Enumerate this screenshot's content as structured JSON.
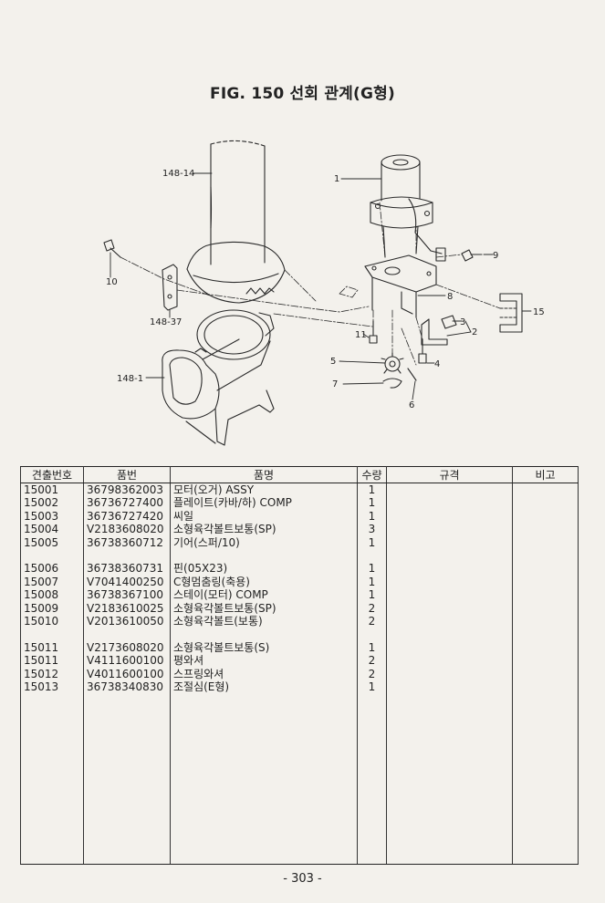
{
  "document": {
    "title": "FIG. 150 선회 관계(G형)",
    "page_number": "- 303 -"
  },
  "diagram": {
    "callouts": [
      "148-14",
      "1",
      "9",
      "10",
      "148-37",
      "8",
      "15",
      "3",
      "2",
      "11",
      "5",
      "4",
      "148-1",
      "7",
      "6"
    ]
  },
  "table": {
    "headers": [
      "견출번호",
      "품번",
      "품명",
      "수량",
      "규격",
      "비고"
    ],
    "groups": [
      [
        {
          "ref": "15001",
          "part_no": "36798362003",
          "name": "모터(오거) ASSY",
          "qty": "1"
        },
        {
          "ref": "15002",
          "part_no": "36736727400",
          "name": "플레이트(카바/하) COMP",
          "qty": "1"
        },
        {
          "ref": "15003",
          "part_no": "36736727420",
          "name": "씨일",
          "qty": "1"
        },
        {
          "ref": "15004",
          "part_no": "V2183608020",
          "name": "소형육각볼트보통(SP)",
          "qty": "3"
        },
        {
          "ref": "15005",
          "part_no": "36738360712",
          "name": "기어(스퍼/10)",
          "qty": "1"
        }
      ],
      [
        {
          "ref": "15006",
          "part_no": "36738360731",
          "name": "핀(05X23)",
          "qty": "1"
        },
        {
          "ref": "15007",
          "part_no": "V7041400250",
          "name": "C형멈춤링(축용)",
          "qty": "1"
        },
        {
          "ref": "15008",
          "part_no": "36738367100",
          "name": "스테이(모터) COMP",
          "qty": "1"
        },
        {
          "ref": "15009",
          "part_no": "V2183610025",
          "name": "소형육각볼트보통(SP)",
          "qty": "2"
        },
        {
          "ref": "15010",
          "part_no": "V2013610050",
          "name": "소형육각볼트(보통)",
          "qty": "2"
        }
      ],
      [
        {
          "ref": "15011",
          "part_no": "V2173608020",
          "name": "소형육각볼트보통(S)",
          "qty": "1"
        },
        {
          "ref": "15011",
          "part_no": "V4111600100",
          "name": "평와셔",
          "qty": "2"
        },
        {
          "ref": "15012",
          "part_no": "V4011600100",
          "name": "스프링와셔",
          "qty": "2"
        },
        {
          "ref": "15013",
          "part_no": "36738340830",
          "name": "조절심(E형)",
          "qty": "1"
        }
      ]
    ]
  }
}
